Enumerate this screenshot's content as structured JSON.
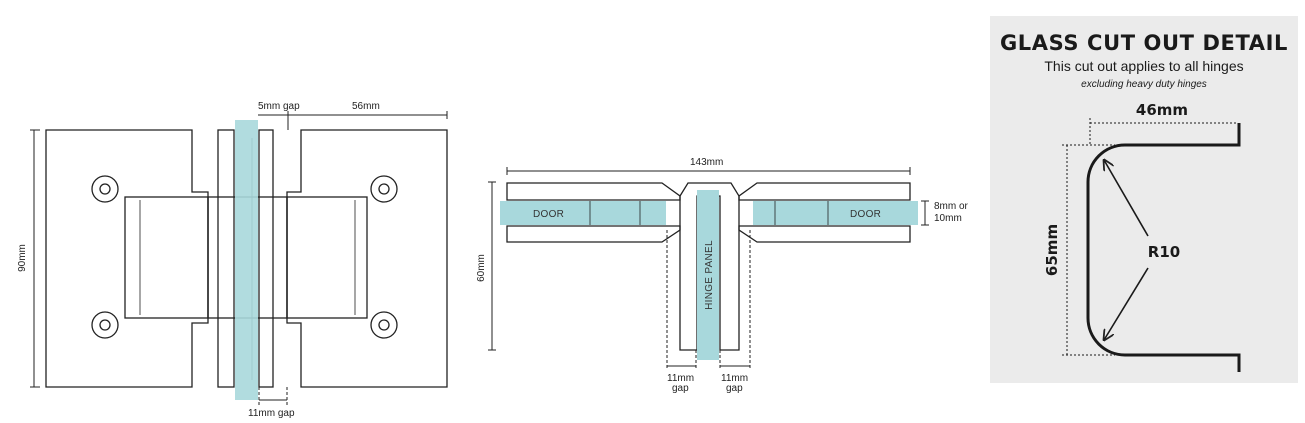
{
  "colors": {
    "glass": "#a8d8dc",
    "line": "#222222",
    "panel_bg": "#ebebeb"
  },
  "front_view": {
    "gap_top": "5mm gap",
    "width_dim": "56mm",
    "height_dim": "90mm",
    "gap_bottom": "11mm gap"
  },
  "top_view": {
    "width_dim": "143mm",
    "height_dim": "60mm",
    "door_left": "DOOR",
    "door_right": "DOOR",
    "hinge_panel": "HINGE PANEL",
    "thickness_line1": "8mm or",
    "thickness_line2": "10mm",
    "gap_left_line1": "11mm",
    "gap_left_line2": "gap",
    "gap_right_line1": "11mm",
    "gap_right_line2": "gap"
  },
  "cut_out": {
    "title": "GLASS CUT OUT DETAIL",
    "subtitle": "This cut out applies to all hinges",
    "note": "excluding heavy duty hinges",
    "width_dim": "46mm",
    "height_dim": "65mm",
    "radius_label": "R10"
  }
}
